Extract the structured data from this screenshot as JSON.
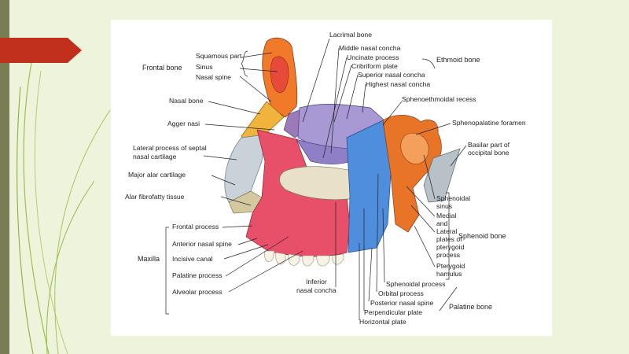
{
  "slide": {
    "colors": {
      "background": "#eef3dc",
      "accent_arrow": "#c0301c",
      "strip": "#7a7c52"
    }
  },
  "figure": {
    "left_labels": {
      "frontal_bone_group": "Frontal bone",
      "squamous_part": "Squamous part",
      "sinus": "Sinus",
      "nasal_spine": "Nasal spine",
      "nasal_bone": "Nasal bone",
      "agger_nasi": "Agger nasi",
      "lateral_process_1": "Lateral process of septal",
      "lateral_process_2": "nasal cartilage",
      "major_alar": "Major alar cartilage",
      "alar_fibrofatty": "Alar fibrofatty tissue",
      "maxilla_group": "Maxilla",
      "frontal_process": "Frontal process",
      "anterior_nasal_spine": "Anterior nasal spine",
      "incisive_canal": "Incisive canal",
      "palatine_process": "Palatine process",
      "alveolar_process": "Alveolar process"
    },
    "top_labels": {
      "lacrimal_bone": "Lacrimal bone",
      "middle_nasal_concha": "Middle nasal concha",
      "uncinate_process": "Uncinate process",
      "cribriform_plate": "Cribriform plate",
      "superior_nasal_concha": "Superior nasal concha",
      "highest_nasal_concha": "Highest nasal concha",
      "ethmoid_group": "Ethmoid bone",
      "sphenoethmoidal_recess": "Sphenoethmoidal recess",
      "sphenopalatine_foramen": "Sphenopalatine foramen",
      "basilar_part_1": "Basilar part of",
      "basilar_part_2": "occipital bone"
    },
    "right_labels": {
      "sphenoidal_sinus_1": "Sphenoidal",
      "sphenoidal_sinus_2": "sinus",
      "medial": "Medial",
      "and": "and",
      "lateral": "Lateral",
      "plates_of": "plates of",
      "pterygoid": "pterygoid",
      "process": "process",
      "pterygoid_hamulus_1": "Pterygoid",
      "pterygoid_hamulus_2": "hamulus",
      "sphenoid_group": "Sphenoid bone"
    },
    "bottom_labels": {
      "inferior_concha_1": "Inferior",
      "inferior_concha_2": "nasal concha",
      "sphenoidal_process": "Sphenoidal process",
      "orbital_process": "Orbital process",
      "posterior_nasal_spine": "Posterior nasal spine",
      "perpendicular_plate": "Perpendicular plate",
      "horizontal_plate": "Horizontal plate",
      "palatine_group": "Palatine bone"
    },
    "bone_colors": {
      "frontal": "#f07a2a",
      "nasal": "#f0b43c",
      "lateral_cartilage": "#c8d2d8",
      "maxilla": "#e8506a",
      "ethmoid": "#a898d4",
      "inferior_concha": "#e8e0c8",
      "palatine": "#4f8edc",
      "sphenoid": "#e87428",
      "occipital": "#b8c0c8",
      "lacrimal": "#9a7ab8"
    }
  }
}
